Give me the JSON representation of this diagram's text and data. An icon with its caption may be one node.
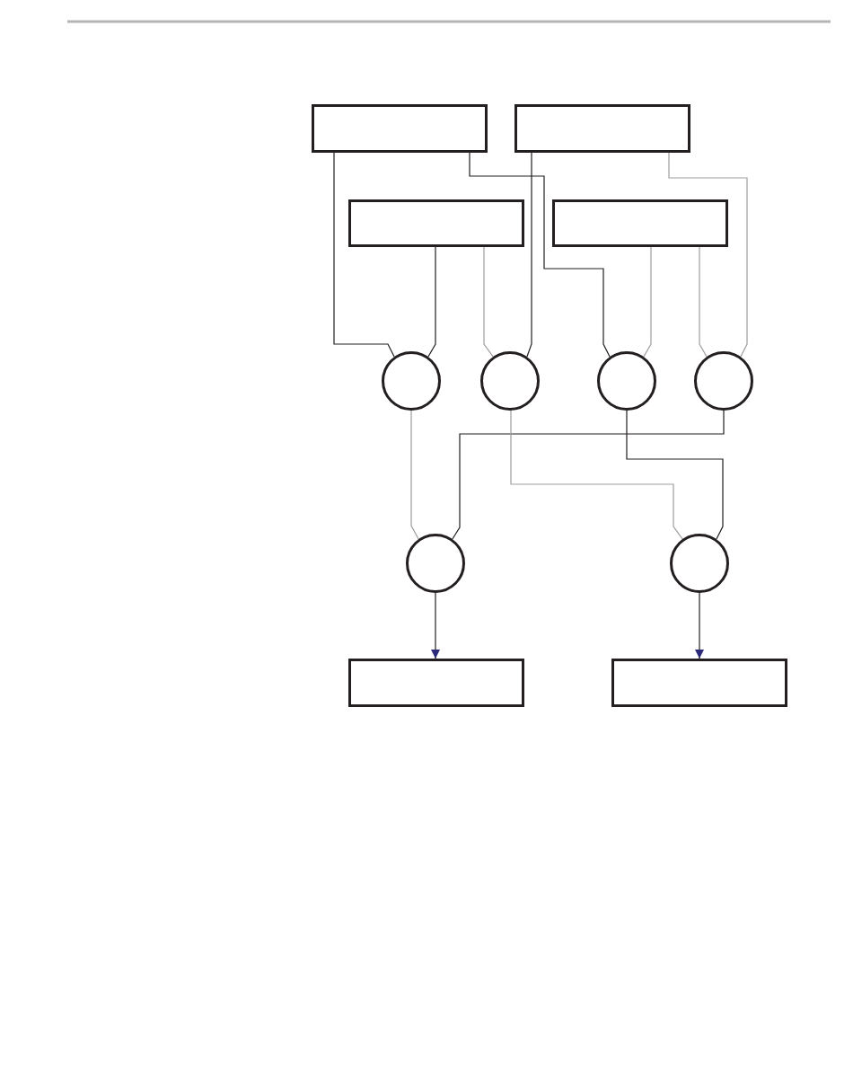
{
  "diagram": {
    "nodes": [
      {
        "text": [],
        "shape": "box"
      },
      {
        "text": [],
        "shape": "box"
      },
      {
        "text": [],
        "shape": "box"
      },
      {
        "text": [],
        "shape": "box"
      },
      {
        "text": [],
        "shape": "circle"
      },
      {
        "text": [],
        "shape": "circle"
      },
      {
        "text": [],
        "shape": "circle"
      },
      {
        "text": [],
        "shape": "circle"
      },
      {
        "text": [],
        "shape": "circle"
      },
      {
        "text": [],
        "shape": "circle"
      },
      {
        "text": [],
        "shape": "box"
      },
      {
        "text": [],
        "shape": "box"
      }
    ],
    "edges": [
      {
        "from": 0,
        "to": 4,
        "arrow": "none"
      },
      {
        "from": 2,
        "to": 4,
        "arrow": "none"
      },
      {
        "from": 2,
        "to": 5,
        "arrow": "none",
        "color": "#9d9d9d"
      },
      {
        "from": 1,
        "to": 5,
        "arrow": "none"
      },
      {
        "from": 0,
        "to": 6,
        "arrow": "none"
      },
      {
        "from": 3,
        "to": 6,
        "arrow": "none",
        "color": "#9d9d9d"
      },
      {
        "from": 3,
        "to": 7,
        "arrow": "none",
        "color": "#9d9d9d"
      },
      {
        "from": 1,
        "to": 7,
        "arrow": "none",
        "color": "#9d9d9d"
      },
      {
        "from": 4,
        "to": 8,
        "arrow": "none",
        "color": "#9d9d9d"
      },
      {
        "from": 7,
        "to": 8,
        "arrow": "none"
      },
      {
        "from": 5,
        "to": 9,
        "arrow": "none",
        "color": "#9d9d9d"
      },
      {
        "from": 6,
        "to": 9,
        "arrow": "none"
      },
      {
        "from": 8,
        "to": 10,
        "arrow": "to"
      },
      {
        "from": 9,
        "to": 11,
        "arrow": "to"
      }
    ]
  }
}
